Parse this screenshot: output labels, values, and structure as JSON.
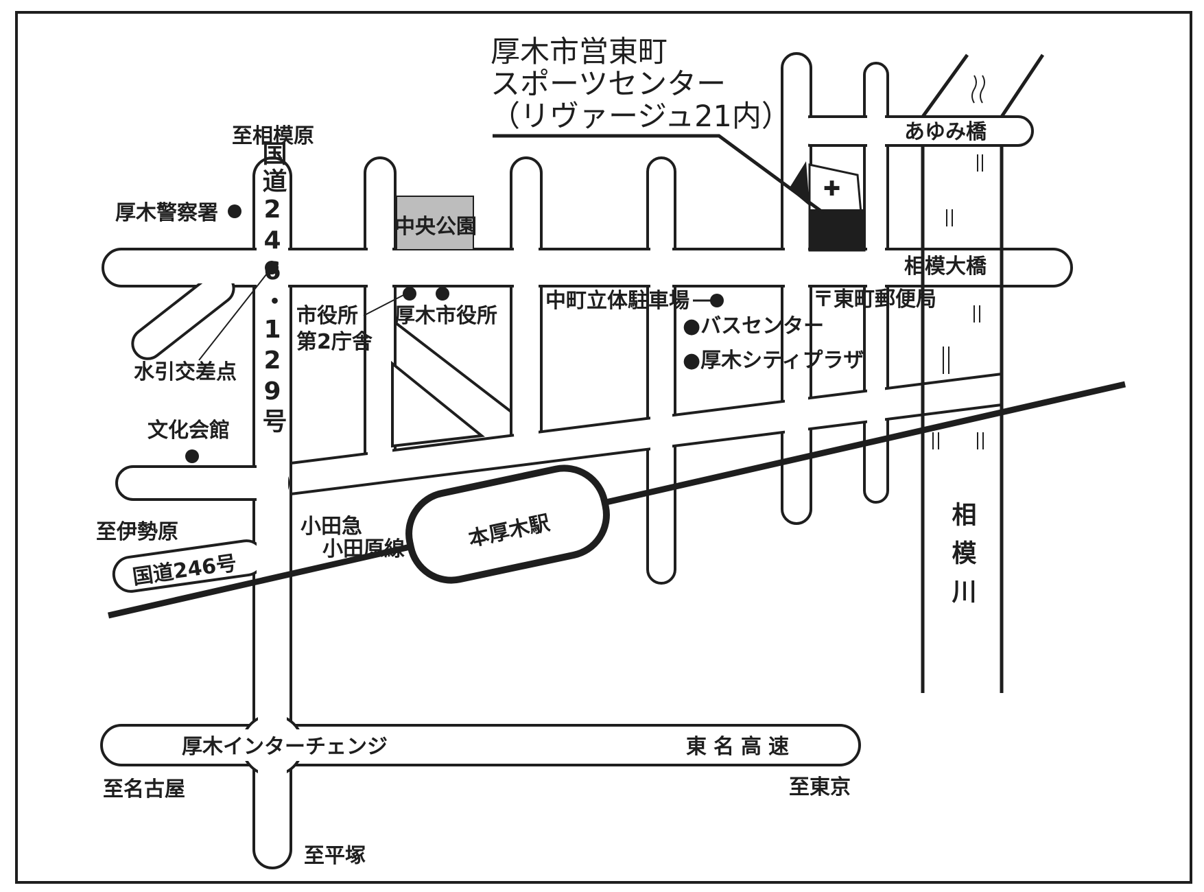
{
  "title": {
    "line1": "厚木市営東町",
    "line2": "スポーツセンター",
    "line3": "（リヴァージュ21内）"
  },
  "labels": {
    "to_sagamihara": "至相模原",
    "police": "厚木警察署",
    "park": "中央公園",
    "sagami_bridge": "相模大橋",
    "ayumi_bridge": "あゆみ橋",
    "city_hall_annex_1": "市役所",
    "city_hall_annex_2": "第2庁舎",
    "city_hall": "厚木市役所",
    "parking": "中町立体駐車場",
    "post_office": "〒東町郵便局",
    "bus_center": "●バスセンター",
    "city_plaza": "●厚木シティプラザ",
    "mizuhiki": "水引交差点",
    "bunka": "文化会館",
    "route_vertical": "国道246・129号",
    "to_isehara": "至伊勢原",
    "route_246": "国道246号",
    "odakyu_1": "小田急",
    "odakyu_2": "小田原線",
    "station": "本厚木駅",
    "river": "相模川",
    "interchange": "厚木インターチェンジ",
    "tomei": "東名高速",
    "to_nagoya": "至名古屋",
    "to_tokyo": "至東京",
    "to_hiratsuka": "至平塚"
  },
  "colors": {
    "ink": "#1e1e1e",
    "paper": "#ffffff",
    "park_fill": "#bdbdbd"
  }
}
